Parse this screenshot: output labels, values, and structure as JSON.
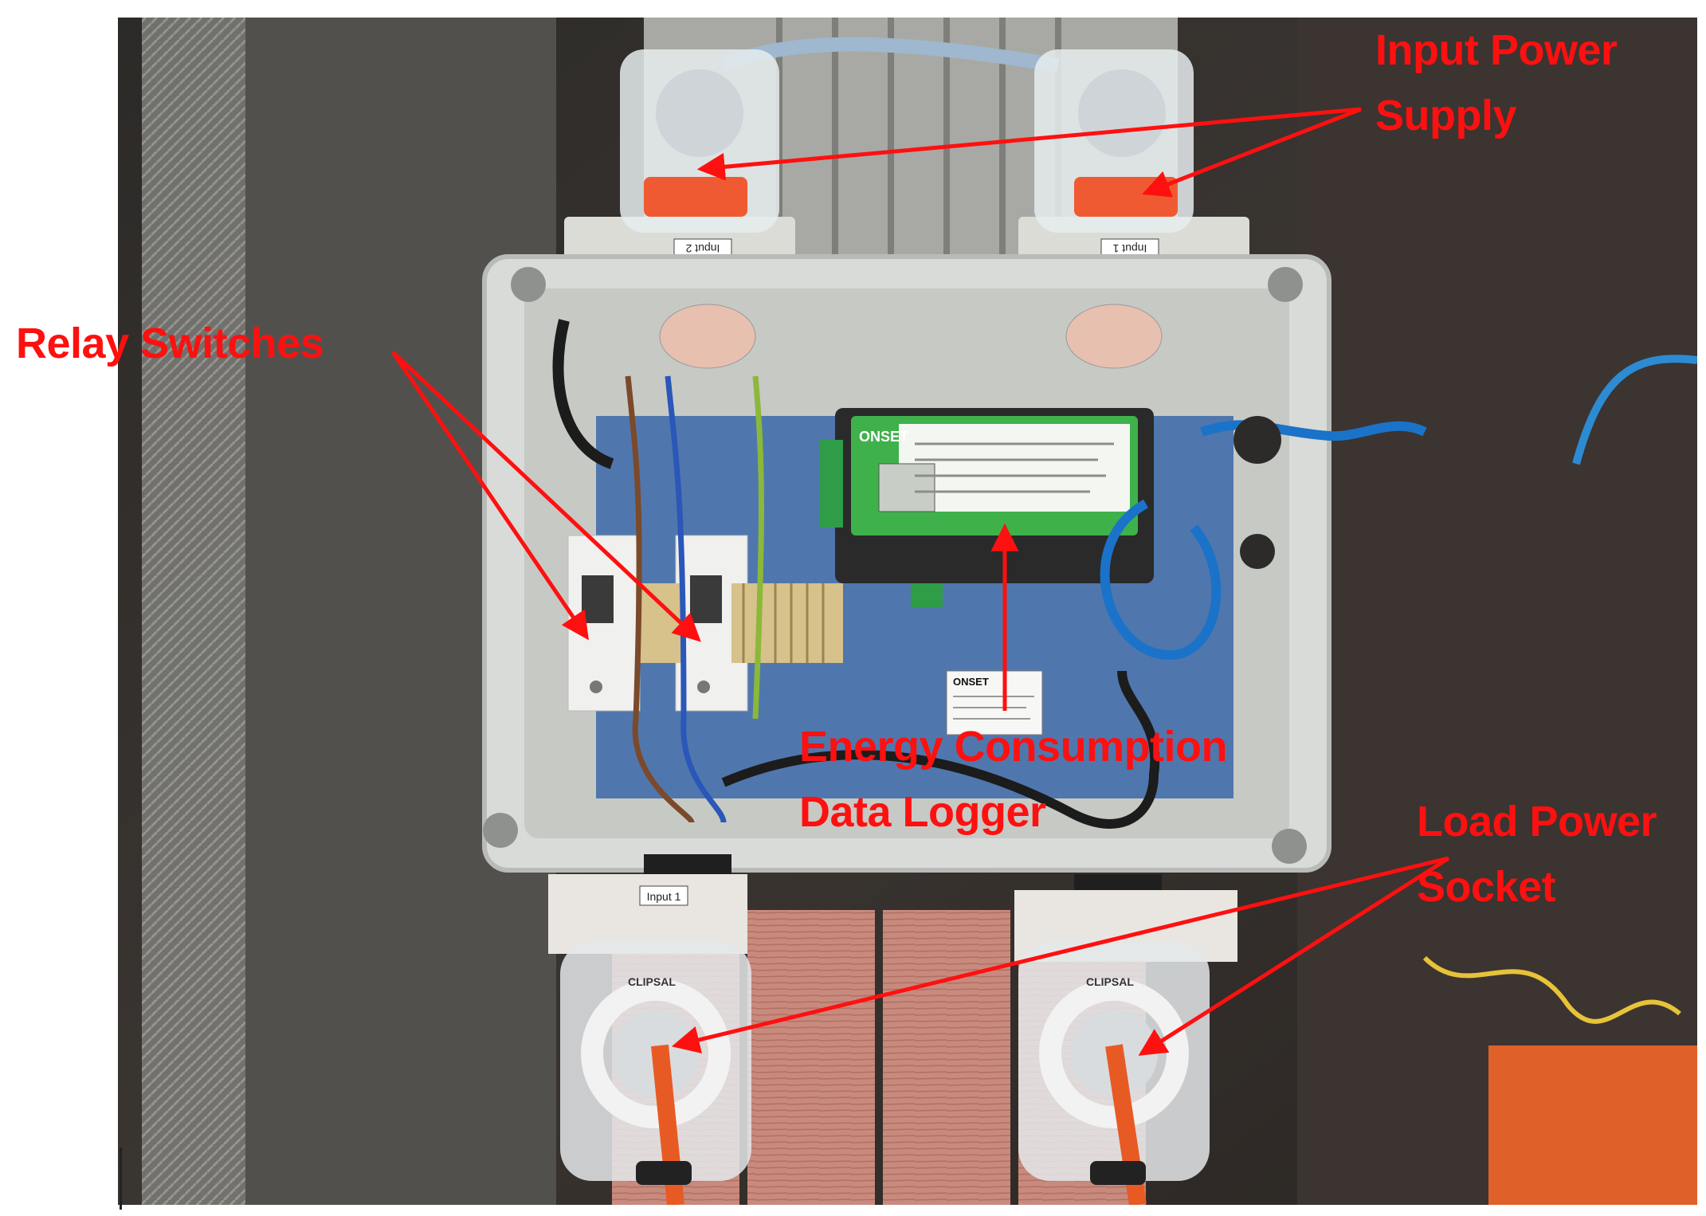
{
  "annotations": {
    "input_power": {
      "lines": [
        "Input Power",
        "Supply"
      ]
    },
    "relay": {
      "lines": [
        "Relay Switches"
      ]
    },
    "energy": {
      "lines": [
        "Energy Consumption",
        "Data Logger"
      ]
    },
    "load": {
      "lines": [
        "Load Power",
        "Socket"
      ]
    }
  },
  "device_labels": {
    "logger_brand": "ONSET",
    "sticker_brand": "ONSET",
    "input_tag_left": "Input 2",
    "input_tag_right": "Input 1",
    "socket_tag_left": "Input 1",
    "socket_brand": "CLIPSAL"
  },
  "colors": {
    "annotation": "#ff1010",
    "enclosure": "#d9dbd8",
    "backplate": "#4f77ad",
    "logger_green": "#3fb14b",
    "ethernet": "#1a73c9"
  }
}
